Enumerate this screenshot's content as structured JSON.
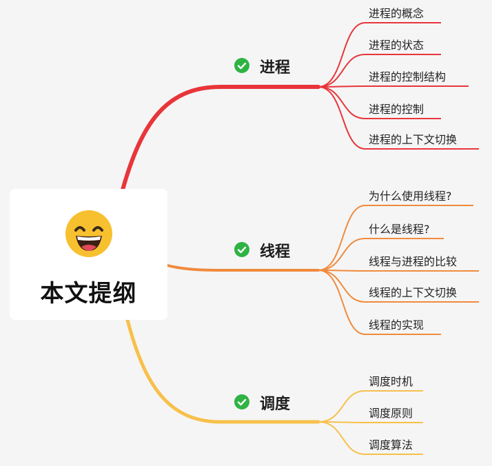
{
  "root": {
    "title": "本文提纲",
    "icon": "grinning-face-icon"
  },
  "branches": [
    {
      "label": "进程",
      "icon": "check-circle-icon",
      "color": "#e8353a",
      "children": [
        "进程的概念",
        "进程的状态",
        "进程的控制结构",
        "进程的控制",
        "进程的上下文切换"
      ]
    },
    {
      "label": "线程",
      "icon": "check-circle-icon",
      "color": "#f08a3c",
      "children": [
        "为什么使用线程?",
        "什么是线程?",
        "线程与进程的比较",
        "线程的上下文切换",
        "线程的实现"
      ]
    },
    {
      "label": "调度",
      "icon": "check-circle-icon",
      "color": "#f7c04a",
      "children": [
        "调度时机",
        "调度原则",
        "调度算法"
      ]
    }
  ]
}
